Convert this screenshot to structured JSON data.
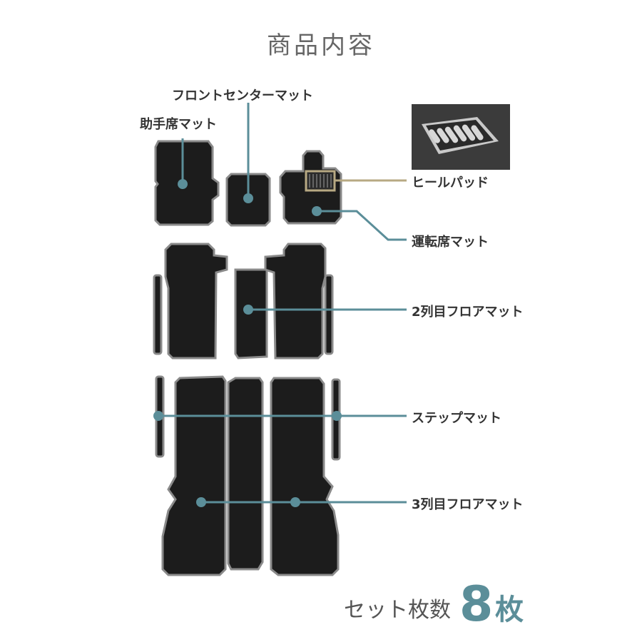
{
  "title": "商品内容",
  "labels": {
    "passenger_mat": "助手席マット",
    "front_center_mat": "フロントセンターマット",
    "heel_pad": "ヒールパッド",
    "driver_mat": "運転席マット",
    "row2_floor_mat": "2列目フロアマット",
    "step_mat": "ステップマット",
    "row3_floor_mat": "3列目フロアマット"
  },
  "footer": {
    "set_count_label": "セット枚数",
    "count_number": "8",
    "count_unit": "枚"
  },
  "colors": {
    "accent": "#5b8e99",
    "mat_fill": "#1c1c1c",
    "mat_edge": "#8a8a8a",
    "heel_pad_line": "#b7a983"
  }
}
